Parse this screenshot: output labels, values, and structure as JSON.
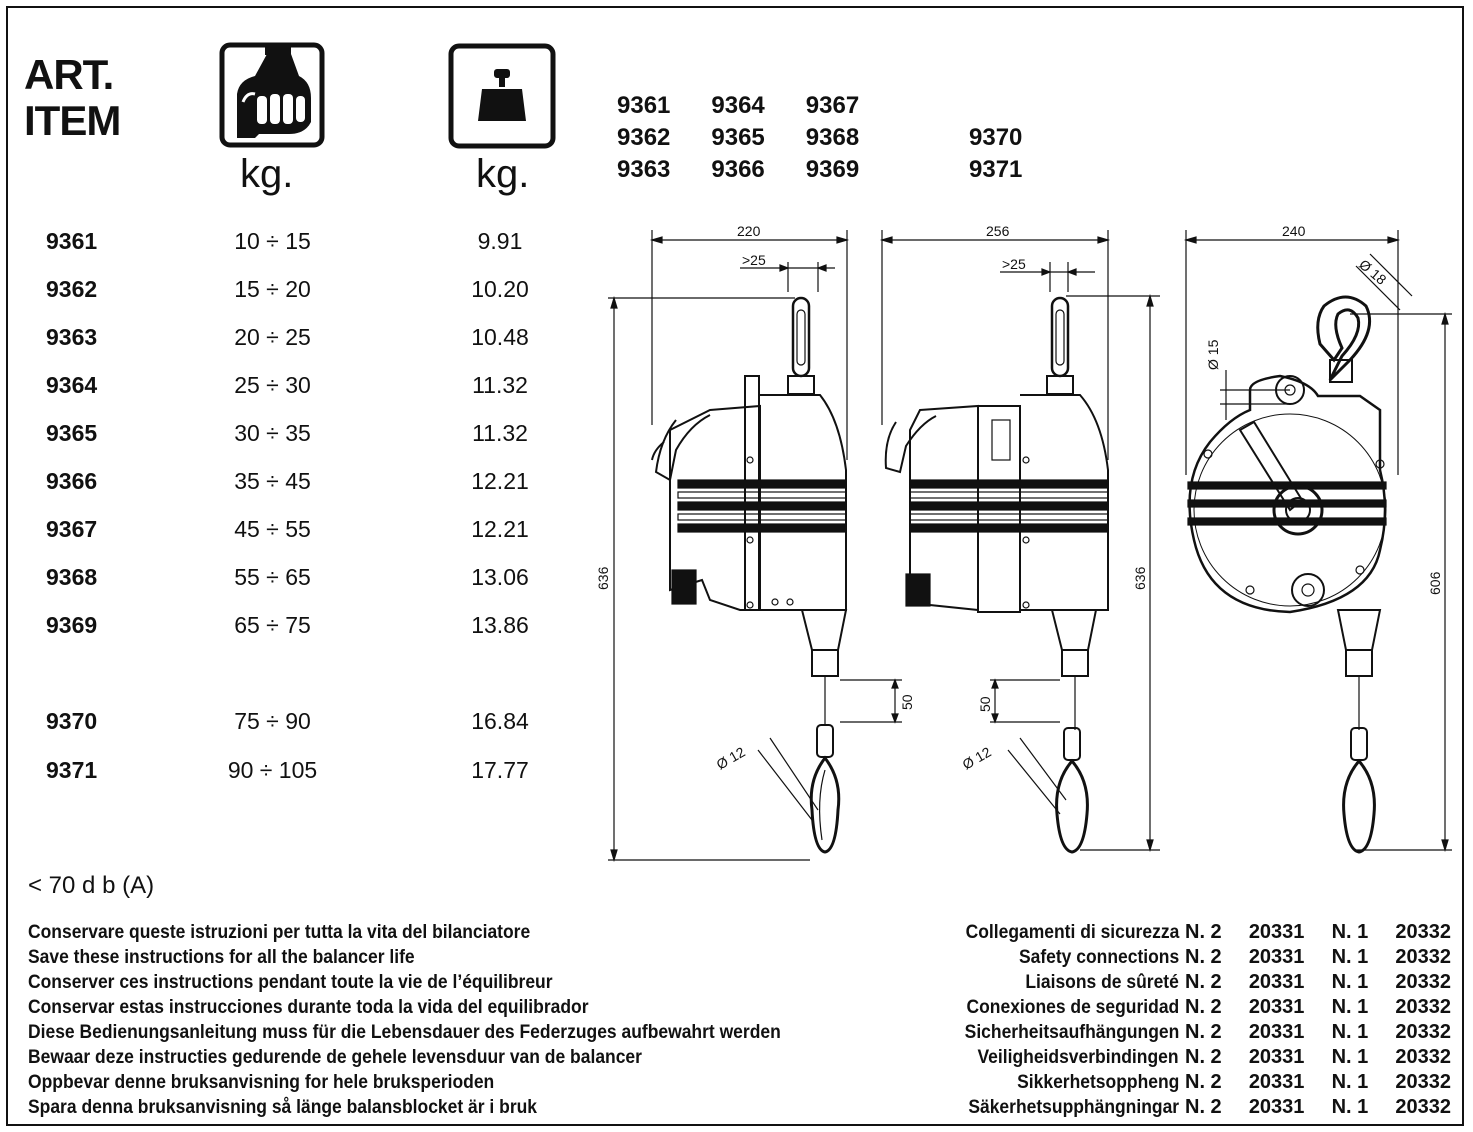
{
  "header": {
    "art_line1": "ART.",
    "art_line2": "ITEM",
    "capacity_unit": "kg.",
    "weight_unit": "kg.",
    "capacity_icon": "hand-grip-icon",
    "weight_icon": "weight-icon"
  },
  "table": {
    "rows": [
      {
        "art": "9361",
        "capacity": "10 ÷ 15",
        "weight": "9.91"
      },
      {
        "art": "9362",
        "capacity": "15 ÷ 20",
        "weight": "10.20"
      },
      {
        "art": "9363",
        "capacity": "20 ÷ 25",
        "weight": "10.48"
      },
      {
        "art": "9364",
        "capacity": "25 ÷ 30",
        "weight": "11.32"
      },
      {
        "art": "9365",
        "capacity": "30 ÷ 35",
        "weight": "11.32"
      },
      {
        "art": "9366",
        "capacity": "35 ÷ 45",
        "weight": "12.21"
      },
      {
        "art": "9367",
        "capacity": "45 ÷ 55",
        "weight": "12.21"
      },
      {
        "art": "9368",
        "capacity": "55 ÷ 65",
        "weight": "13.06"
      },
      {
        "art": "9369",
        "capacity": "65 ÷ 75",
        "weight": "13.86"
      },
      {
        "art": "9370",
        "capacity": "75 ÷ 90",
        "weight": "16.84"
      },
      {
        "art": "9371",
        "capacity": "90 ÷ 105",
        "weight": "17.77"
      }
    ]
  },
  "model_groups": {
    "group1": [
      [
        "9361",
        "9364",
        "9367"
      ],
      [
        "9362",
        "9365",
        "9368"
      ],
      [
        "9363",
        "9366",
        "9369"
      ]
    ],
    "group2": [
      "9370",
      "9371"
    ]
  },
  "dimensions": {
    "view1": {
      "width": "220",
      "offset": ">25",
      "height": "636",
      "travel": "50",
      "rope": "Ø 12"
    },
    "view2": {
      "width": "256",
      "offset": ">25",
      "height": "636",
      "travel": "50",
      "rope": "Ø 12"
    },
    "view3": {
      "width": "240",
      "hook": "Ø 18",
      "pin": "Ø 15",
      "height": "606"
    }
  },
  "noise": "< 70 d b (A)",
  "instructions": [
    "Conservare queste istruzioni per tutta la vita del bilanciatore",
    "Save these instructions for all the balancer life",
    "Conserver ces instructions pendant toute la vie de l’équilibreur",
    "Conservar estas instrucciones durante toda la vida del equilibrador",
    "Diese Bedienungsanleitung muss für die Lebensdauer des Federzuges aufbewahrt werden",
    "Bewaar deze instructies gedurende de gehele levensduur van de balancer",
    "Oppbevar denne bruksanvisning for hele bruksperioden",
    "Spara denna bruksanvisning så länge balansblocket är i bruk"
  ],
  "safety": {
    "labels": [
      "Collegamenti di sicurezza",
      "Safety connections",
      "Liaisons de sûreté",
      "Conexiones de seguridad",
      "Sicherheitsaufhängungen",
      "Veiligheidsverbindingen",
      "Sikkerhetsoppheng",
      "Säkerhetsupphängningar"
    ],
    "qty1": "N. 2",
    "code1": "20331",
    "qty2": "N. 1",
    "code2": "20332"
  }
}
